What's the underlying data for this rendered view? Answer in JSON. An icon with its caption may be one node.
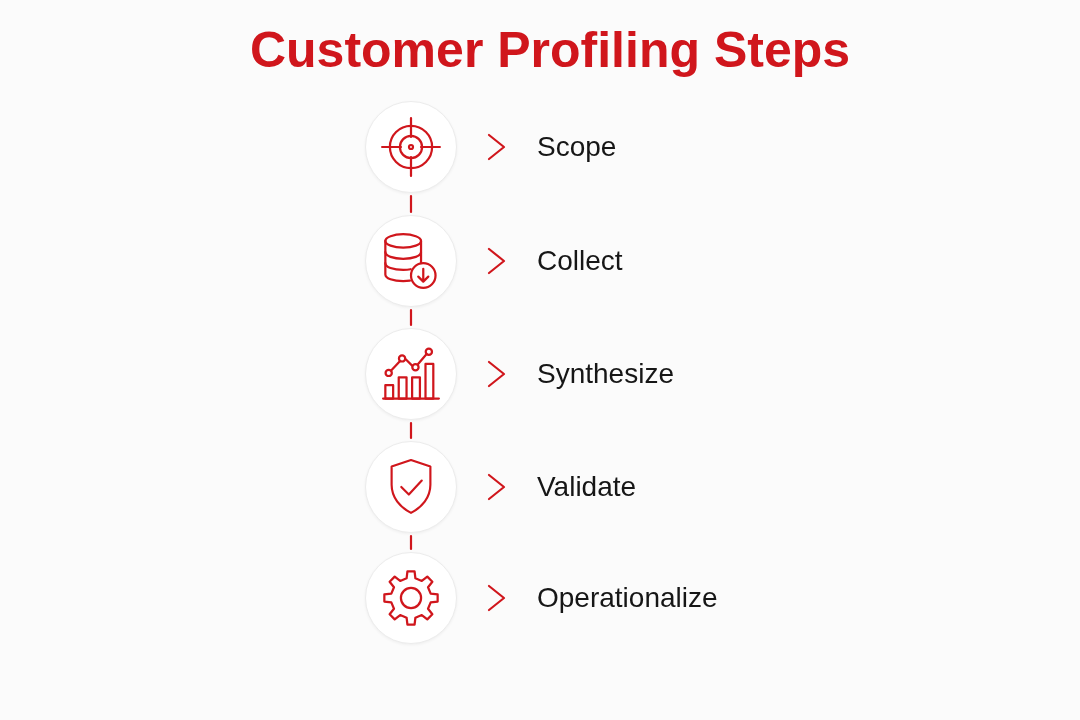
{
  "diagram": {
    "title": "Customer Profiling Steps",
    "nodes": [
      {
        "text": [],
        "shape": "circle"
      },
      {
        "text": [
          "Scope"
        ]
      },
      {
        "text": [],
        "shape": "circle"
      },
      {
        "text": [
          "Collect"
        ]
      },
      {
        "text": [],
        "shape": "circle"
      },
      {
        "text": [
          "Synthesize"
        ]
      },
      {
        "text": [],
        "shape": "circle"
      },
      {
        "text": [
          "Validate"
        ]
      },
      {
        "text": [],
        "shape": "circle"
      },
      {
        "text": [
          "Operationalize"
        ]
      }
    ],
    "edges": [
      {
        "from": 0,
        "to": 1,
        "arrow": "to"
      },
      {
        "from": 0,
        "to": 2,
        "arrow": "none"
      },
      {
        "from": 2,
        "to": 3,
        "arrow": "to"
      },
      {
        "from": 2,
        "to": 4,
        "arrow": "none"
      },
      {
        "from": 4,
        "to": 5,
        "arrow": "to"
      },
      {
        "from": 4,
        "to": 6,
        "arrow": "none"
      },
      {
        "from": 6,
        "to": 7,
        "arrow": "to"
      },
      {
        "from": 6,
        "to": 8,
        "arrow": "none"
      },
      {
        "from": 8,
        "to": 9,
        "arrow": "to"
      }
    ]
  }
}
